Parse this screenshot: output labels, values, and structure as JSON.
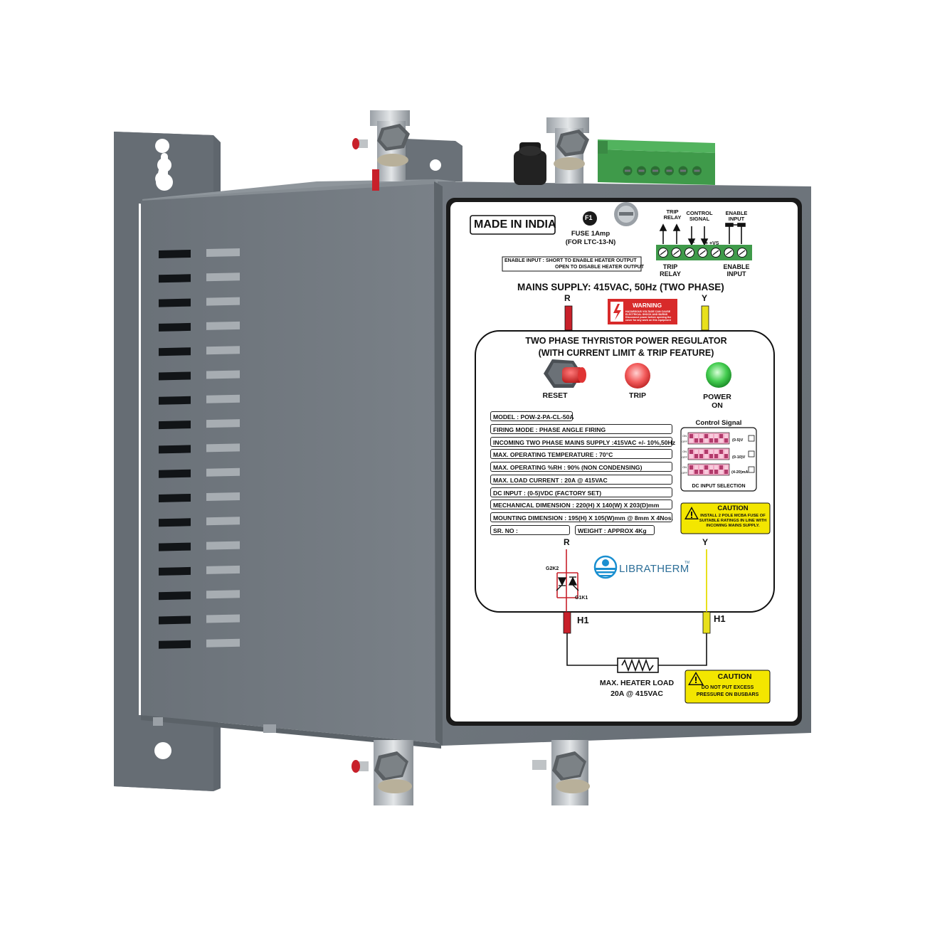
{
  "label": {
    "made_in": "MADE IN INDIA",
    "fuse_id": "F1",
    "fuse_text": "FUSE 1Amp",
    "fuse_note": "(FOR LTC-13-N)",
    "enable_note_1": "ENABLE INPUT : SHORT TO ENABLE HEATER OUTPUT",
    "enable_note_2": "OPEN TO DISABLE HEATER OUTPUT",
    "trip_relay_top_1": "TRIP",
    "trip_relay_top_2": "RELAY",
    "control_signal_1": "CONTROL",
    "control_signal_2": "SIGNAL",
    "enable_input_top_1": "ENABLE",
    "enable_input_top_2": "INPUT",
    "minus": "–",
    "plus_vs": "+ +VS",
    "trip_relay_bottom_1": "TRIP",
    "trip_relay_bottom_2": "RELAY",
    "enable_input_bottom_1": "ENABLE",
    "enable_input_bottom_2": "INPUT",
    "mains_supply": "MAINS SUPPLY:  415VAC, 50Hz (TWO PHASE)",
    "phase_r": "R",
    "phase_y": "Y",
    "warning_title": "WARNING",
    "warning_text": "HAZARDOUS VOLTAGE CAN CAUSE ELECTRICAL SHOCK AND BURNS Disconnect power before opening the cover for any work on this equipment",
    "title_1": "TWO PHASE THYRISTOR POWER REGULATOR",
    "title_2": "(WITH CURRENT LIMIT & TRIP FEATURE)",
    "reset": "RESET",
    "trip": "TRIP",
    "power_on_1": "POWER",
    "power_on_2": "ON",
    "specs": [
      "MODEL : POW-2-PA-CL-50A",
      "FIRING MODE : PHASE ANGLE FIRING",
      "INCOMING TWO PHASE MAINS SUPPLY :415VAC +/- 10%,50Hz",
      "MAX. OPERATING TEMPERATURE : 70°C",
      "MAX. OPERATING %RH : 90% (NON CONDENSING)",
      "MAX. LOAD CURRENT  : 20A @ 415VAC",
      "DC INPUT : (0-5)VDC (FACTORY SET)",
      "MECHANICAL DIMENSION : 220(H) X 140(W) X 203(D)mm",
      "MOUNTING DIMENSION : 195(H) X 105(W)mm @ 8mm X 4Nos."
    ],
    "sr_no": "SR. NO :",
    "weight": "WEIGHT : APPROX 4Kg",
    "control_signal_title": "Control Signal",
    "dip_options": [
      "(0-5)V",
      "(0-10)V",
      "(4-20)mA"
    ],
    "dip_on": "ON",
    "dip_off": "OFF",
    "dc_input_selection": "DC INPUT SELECTION",
    "caution_1_title": "CAUTION",
    "caution_1_text_a": "INSTALL 2 POLE MCBA FUSE OF",
    "caution_1_text_b": "SUITABLE RATINGS IN LINE WITH",
    "caution_1_text_c": "INCOMING MAINS SUPPLY.",
    "g2k2": "G2K2",
    "g1k1": "G1K1",
    "brand": "LIBRATHERM",
    "tm": "TM",
    "h1_left": "H1",
    "h1_right": "H1",
    "heater_load_1": "MAX. HEATER LOAD",
    "heater_load_2": "20A @ 415VAC",
    "caution_2_title": "CAUTION",
    "caution_2_text_a": "DO NOT PUT EXCESS",
    "caution_2_text_b": "PRESSURE ON BUSBARS"
  },
  "colors": {
    "housing_front": "#6b7279",
    "housing_side": "#767d84",
    "housing_top": "#8f969c",
    "bracket": "#5f666d",
    "label_border": "#1a1a1a",
    "red_busbar": "#c8202a",
    "yellow_busbar": "#e8e01c",
    "terminal_green": "#3f9a4a",
    "caution_yellow": "#f3e600",
    "warning_red": "#d82a2a",
    "trip_led": "#f24b4b",
    "power_led": "#2fbf3f",
    "brand_blue": "#1a8fd0"
  }
}
